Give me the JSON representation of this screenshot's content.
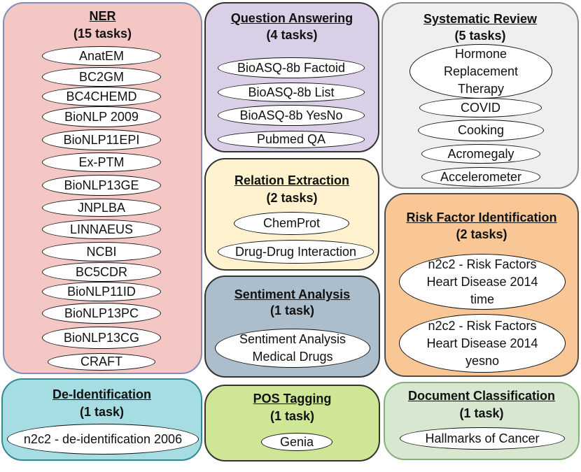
{
  "colors": {
    "ner": "#f4c7c5",
    "qa": "#d9cfe6",
    "systematic_review": "#efefef",
    "relation_extraction": "#fef2cf",
    "risk_factor": "#f9c695",
    "sentiment": "#acbdcb",
    "deid": "#a6dde3",
    "pos": "#cfe697",
    "doc_class": "#d7e7d0"
  },
  "ner": {
    "title": "NER",
    "count": "(15 tasks)",
    "tasks": [
      "AnatEM",
      "BC2GM",
      "BC4CHEMD",
      "BioNLP 2009",
      "BioNLP11EPI",
      "Ex-PTM",
      "BioNLP13GE",
      "JNPLBA",
      "LINNAEUS",
      "NCBI",
      "BC5CDR",
      "BioNLP11ID",
      "BioNLP13PC",
      "BioNLP13CG",
      "CRAFT"
    ]
  },
  "qa": {
    "title": "Question Answering",
    "count": "(4 tasks)",
    "tasks": [
      "BioASQ-8b Factoid",
      "BioASQ-8b List",
      "BioASQ-8b YesNo",
      "Pubmed QA"
    ]
  },
  "systematic_review": {
    "title": "Systematic Review",
    "count": "(5 tasks)",
    "tasks": [
      "Hormone\nReplacement\nTherapy",
      "COVID",
      "Cooking",
      "Acromegaly",
      "Accelerometer"
    ]
  },
  "relation_extraction": {
    "title": "Relation Extraction",
    "count": "(2 tasks)",
    "tasks": [
      "ChemProt",
      "Drug-Drug Interaction"
    ]
  },
  "risk_factor": {
    "title": "Risk Factor Identification",
    "count": "(2 tasks)",
    "tasks": [
      "n2c2 - Risk Factors\nHeart Disease 2014\ntime",
      "n2c2 - Risk Factors\nHeart Disease 2014\nyesno"
    ]
  },
  "sentiment": {
    "title": "Sentiment Analysis",
    "count": "(1 task)",
    "tasks": [
      "Sentiment Analysis\nMedical Drugs"
    ]
  },
  "deid": {
    "title": "De-Identification",
    "count": "(1 task)",
    "tasks": [
      "n2c2 - de-identification 2006"
    ]
  },
  "pos": {
    "title": "POS Tagging",
    "count": "(1 task)",
    "tasks": [
      "Genia"
    ]
  },
  "doc_class": {
    "title": "Document Classification",
    "count": "(1 task)",
    "tasks": [
      "Hallmarks of Cancer"
    ]
  }
}
